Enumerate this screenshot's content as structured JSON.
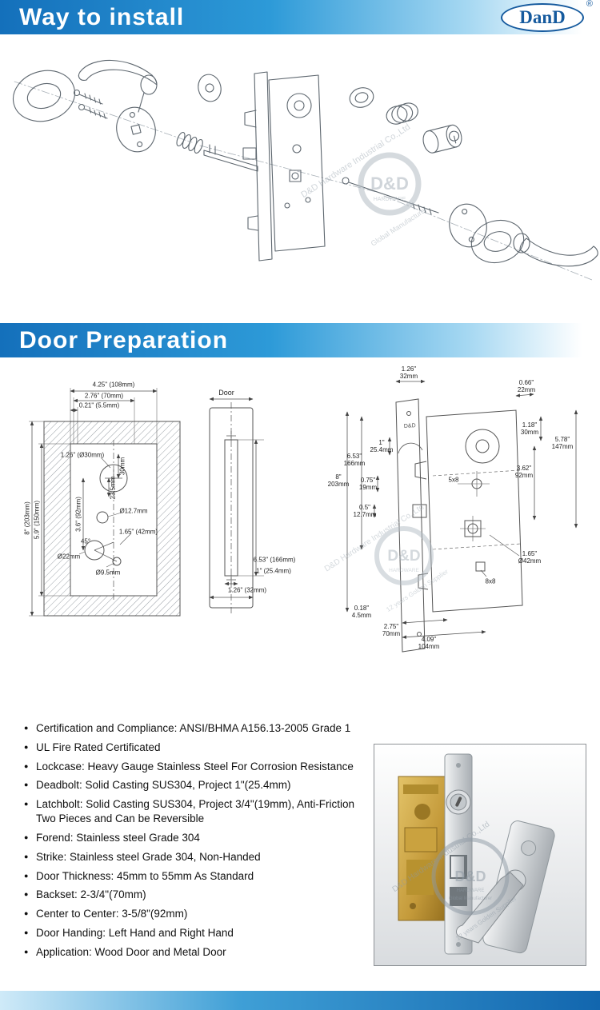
{
  "headers": {
    "install": "Way to install",
    "preparation": "Door Preparation"
  },
  "brand": {
    "name": "DanD",
    "reg": "®"
  },
  "watermark": {
    "company": "D&D Hardware Industrial Co.,Ltd",
    "logo": "D&D",
    "hardware": "HARDWARE",
    "tagline": "Global Manufacturer",
    "years": "12 years Golden Supplier"
  },
  "specs_bullet": "●",
  "specs": [
    "Certification and Compliance: ANSI/BHMA A156.13-2005 Grade 1",
    "UL Fire Rated Certificated",
    "Lockcase: Heavy Gauge Stainless Steel For Corrosion Resistance",
    "Deadbolt: Solid Casting SUS304, Project 1\"(25.4mm)",
    "Latchbolt: Solid Casting SUS304, Project 3/4\"(19mm),  Anti-Friction Two Pieces and Can be Reversible",
    "Forend: Stainless steel Grade 304",
    "Strike: Stainless steel Grade 304, Non-Handed",
    "Door Thickness: 45mm to 55mm As Standard",
    "Backset: 2-3/4\"(70mm)",
    "Center to Center: 3-5/8\"(92mm)",
    "Door Handing: Left Hand and Right Hand",
    "Application: Wood Door and Metal Door"
  ],
  "prep": {
    "left": {
      "w1": "4.25\" (108mm)",
      "w2": "2.76\" (70mm)",
      "w3": "0.21\" (5.5mm)",
      "hole_top": "1.26\" (Ø30mm)",
      "v30": "30mm",
      "v235": "23.5mm",
      "d127": "Ø12.7mm",
      "d165": "1.65\" (42mm)",
      "d22": "Ø22mm",
      "d95": "Ø9.5mm",
      "a45": "45°",
      "h1": "8\" (203mm)",
      "h2": "5.9\" (150mm)",
      "h3": "3.6\" (92mm)"
    },
    "middle": {
      "door": "Door",
      "slot": "6.53\" (166mm)",
      "d1": "1\" (25.4mm)",
      "d126": "1.26\" (32mm)"
    },
    "right": {
      "d126": "1.26\"\n32mm",
      "d066": "0.66\"\n22mm",
      "d118": "1.18\"\n30mm",
      "d578": "5.78\"\n147mm",
      "d362": "3.62\"\n92mm",
      "d653": "6.53\"\n166mm",
      "d8": "8\"\n203mm",
      "d1": "1\"\n25.4mm",
      "d075": "0.75\"\n19mm",
      "d05": "0.5\"\n12.7mm",
      "s5x8": "5x8",
      "d165": "1.65\"\nØ42mm",
      "s8x8": "8x8",
      "d018": "0.18\"\n4.5mm",
      "d275": "2.75\"\n70mm",
      "d409": "4.09\"\n104mm",
      "brand": "D&D"
    }
  }
}
